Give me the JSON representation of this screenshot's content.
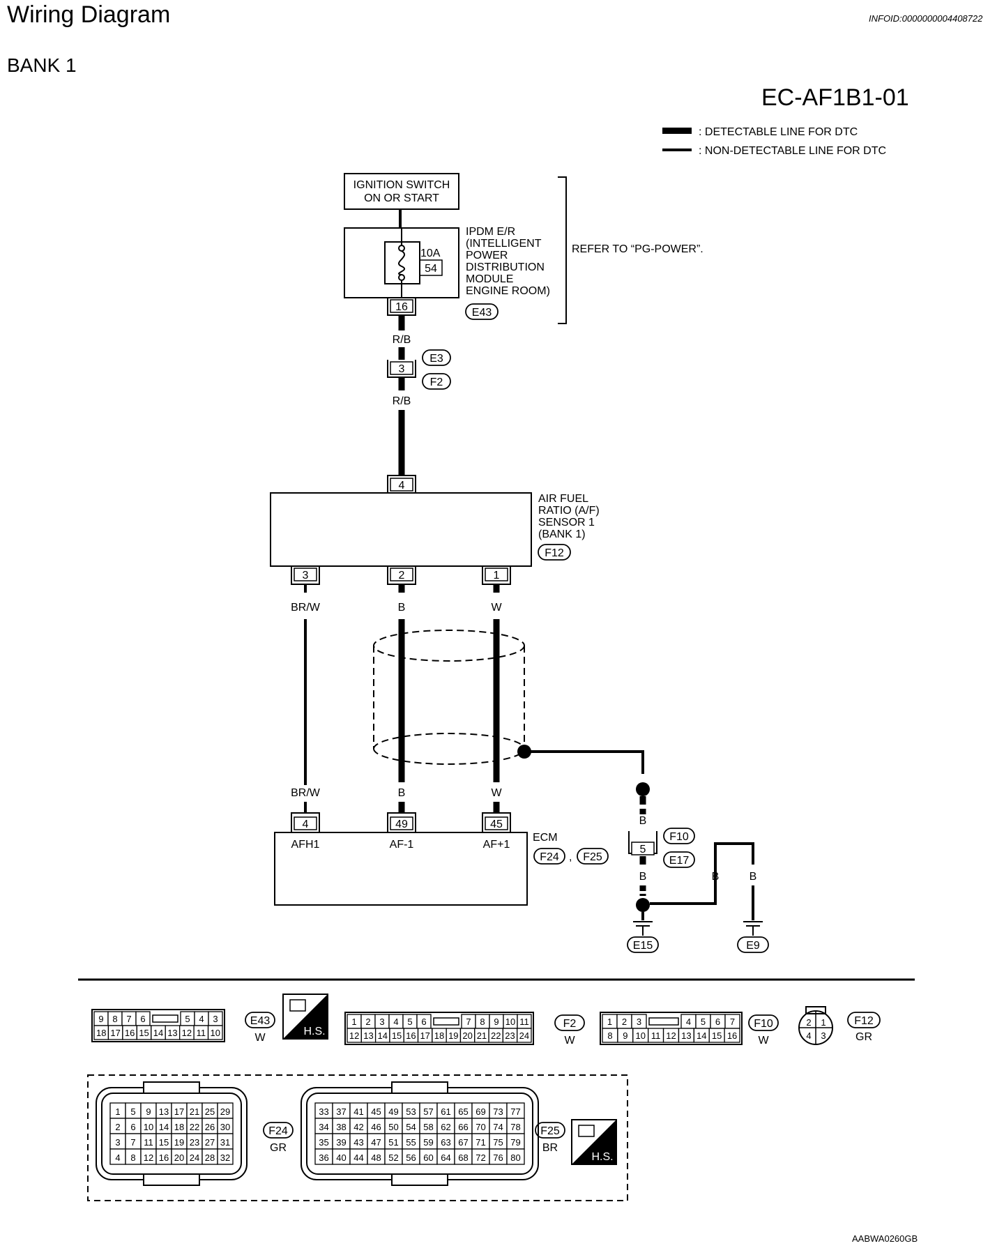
{
  "header": {
    "title": "Wiring Diagram",
    "info_id": "INFOID:0000000004408722",
    "bank": "BANK 1",
    "diagram_code": "EC-AF1B1-01",
    "footer_code": "AABWA0260GB"
  },
  "legend": {
    "detectable": ": DETECTABLE LINE FOR DTC",
    "non_detectable": ": NON-DETECTABLE LINE FOR DTC"
  },
  "components": {
    "ignition": [
      "IGNITION SWITCH",
      "ON OR START"
    ],
    "ipdm_lines": [
      "IPDM E/R",
      "(INTELLIGENT",
      "POWER",
      "DISTRIBUTION",
      "MODULE",
      "ENGINE ROOM)"
    ],
    "fuse_amp": "10A",
    "fuse_no": "54",
    "refer_note": "REFER TO “PG-POWER”.",
    "sensor_lines": [
      "AIR FUEL",
      "RATIO (A/F)",
      "SENSOR 1",
      "(BANK 1)"
    ],
    "ecm": "ECM",
    "ecm_sep": ","
  },
  "connector_ids": {
    "E43": "E43",
    "E3": "E3",
    "F2": "F2",
    "F12": "F12",
    "F24": "F24",
    "F25": "F25",
    "F10": "F10",
    "E17": "E17",
    "E15": "E15",
    "E9": "E9"
  },
  "pins": {
    "ipdm": "16",
    "junction": "3",
    "sensor_top": "4",
    "sensor_3": "3",
    "sensor_2": "2",
    "sensor_1": "1",
    "ecm_4": "4",
    "ecm_49": "49",
    "ecm_45": "45",
    "ground_junction": "5"
  },
  "wires": {
    "rb1": "R/B",
    "rb2": "R/B",
    "brw1": "BR/W",
    "b1": "B",
    "w1": "W",
    "brw2": "BR/W",
    "b2": "B",
    "w2": "W",
    "g_b1": "B",
    "g_b2": "B",
    "g_b3": "B",
    "g_b4": "B"
  },
  "ecm_terminals": {
    "afh1": "AFH1",
    "af_minus": "AF-1",
    "af_plus": "AF+1"
  },
  "connector_views": {
    "e43": {
      "row1": [
        "9",
        "8",
        "7",
        "6",
        "5",
        "4",
        "3"
      ],
      "row2": [
        "18",
        "17",
        "16",
        "15",
        "14",
        "13",
        "12",
        "11",
        "10"
      ],
      "id": "E43",
      "color": "W"
    },
    "f2": {
      "row1": [
        "1",
        "2",
        "3",
        "4",
        "5",
        "6",
        "7",
        "8",
        "9",
        "10",
        "11"
      ],
      "row2": [
        "12",
        "13",
        "14",
        "15",
        "16",
        "17",
        "18",
        "19",
        "20",
        "21",
        "22",
        "23",
        "24"
      ],
      "id": "F2",
      "color": "W"
    },
    "f10": {
      "row1": [
        "1",
        "2",
        "3",
        "4",
        "5",
        "6",
        "7"
      ],
      "row2": [
        "8",
        "9",
        "10",
        "11",
        "12",
        "13",
        "14",
        "15",
        "16"
      ],
      "id": "F10",
      "color": "W"
    },
    "f12": {
      "pins": [
        "2",
        "1",
        "4",
        "3"
      ],
      "id": "F12",
      "color": "GR"
    },
    "f24": {
      "rows": [
        [
          "1",
          "5",
          "9",
          "13",
          "17",
          "21",
          "25",
          "29"
        ],
        [
          "2",
          "6",
          "10",
          "14",
          "18",
          "22",
          "26",
          "30"
        ],
        [
          "3",
          "7",
          "11",
          "15",
          "19",
          "23",
          "27",
          "31"
        ],
        [
          "4",
          "8",
          "12",
          "16",
          "20",
          "24",
          "28",
          "32"
        ]
      ],
      "id": "F24",
      "color": "GR"
    },
    "f25": {
      "rows": [
        [
          "33",
          "37",
          "41",
          "45",
          "49",
          "53",
          "57",
          "61",
          "65",
          "69",
          "73",
          "77"
        ],
        [
          "34",
          "38",
          "42",
          "46",
          "50",
          "54",
          "58",
          "62",
          "66",
          "70",
          "74",
          "78"
        ],
        [
          "35",
          "39",
          "43",
          "47",
          "51",
          "55",
          "59",
          "63",
          "67",
          "71",
          "75",
          "79"
        ],
        [
          "36",
          "40",
          "44",
          "48",
          "52",
          "56",
          "60",
          "64",
          "68",
          "72",
          "76",
          "80"
        ]
      ],
      "id": "F25",
      "color": "BR"
    },
    "hs_label": "H.S."
  }
}
